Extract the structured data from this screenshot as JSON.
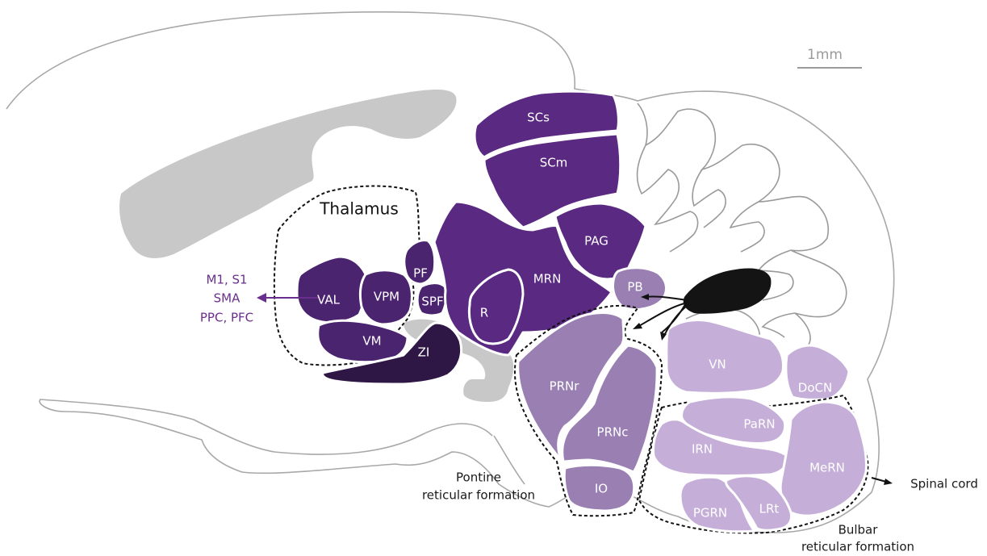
{
  "colors": {
    "thalamic": "#4b2470",
    "zi": "#2e1645",
    "midbrain": "#5a2a82",
    "pontine": "#9a80b2",
    "bulbar": "#c5aed8",
    "projection": "#6a2f8c",
    "cerebellar_nucleus": "#141414"
  },
  "scale_bar": {
    "label": "1mm"
  },
  "thalamus": {
    "label": "Thalamus"
  },
  "regions": {
    "VAL": "VAL",
    "VPM": "VPM",
    "VM": "VM",
    "PF": "PF",
    "SPF": "SPF",
    "ZI": "ZI",
    "SCs": "SCs",
    "SCm": "SCm",
    "PAG": "PAG",
    "MRN": "MRN",
    "R": "R",
    "PB": "PB",
    "PRNr": "PRNr",
    "PRNc": "PRNc",
    "IO": "IO",
    "VN": "VN",
    "DoCN": "DoCN",
    "PaRN": "PaRN",
    "IRN": "IRN",
    "MeRN": "MeRN",
    "PGRN": "PGRN",
    "LRt": "LRt"
  },
  "cortical_targets": {
    "line1": "M1, S1",
    "line2": "SMA",
    "line3": "PPC, PFC"
  },
  "pontine_rf": {
    "line1": "Pontine",
    "line2": "reticular formation"
  },
  "bulbar_rf": {
    "line1": "Bulbar",
    "line2": "reticular formation"
  },
  "spinal_cord": {
    "label": "Spinal cord"
  }
}
